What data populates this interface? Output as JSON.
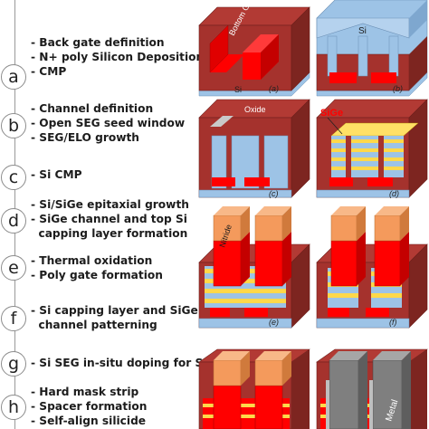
{
  "steps": [
    {
      "letter": "a",
      "lines": [
        "- Back gate definition",
        "- N+ poly Silicon Deposition",
        "- CMP"
      ]
    },
    {
      "letter": "b",
      "lines": [
        "- Channel definition",
        "- Open SEG seed window",
        "- SEG/ELO growth"
      ]
    },
    {
      "letter": "c",
      "lines": [
        "- Si CMP"
      ]
    },
    {
      "letter": "d",
      "lines": [
        "- Si/SiGe epitaxial growth",
        "- SiGe channel and top Si",
        "  capping layer formation"
      ]
    },
    {
      "letter": "e",
      "lines": [
        "- Thermal oxidation",
        "- Poly gate formation"
      ]
    },
    {
      "letter": "f",
      "lines": [
        "- Si capping layer and SiGe",
        "  channel patterning"
      ]
    },
    {
      "letter": "g",
      "lines": [
        "- Si SEG in-situ doping for S/D"
      ]
    },
    {
      "letter": "h",
      "lines": [
        "- Hard mask strip",
        "- Spacer formation",
        "- Self-align silicide"
      ]
    }
  ],
  "panel_labels": [
    "(a)",
    "(b)",
    "(c)",
    "(d)",
    "(e)",
    "(f)"
  ],
  "annotations": {
    "bottom_gate": "Bottom Gate",
    "si_a": "Si",
    "si_b": "Si",
    "oxide": "Oxide",
    "sige": "SiGe",
    "nitride": "Nitride",
    "metal": "Metal"
  },
  "colors": {
    "oxide": "#a5322d",
    "si": "#9dc3e6",
    "gate": "#ff0000",
    "sige": "#ffd84a",
    "nitride": "#f49a5c",
    "metal": "#7f7f7f"
  }
}
